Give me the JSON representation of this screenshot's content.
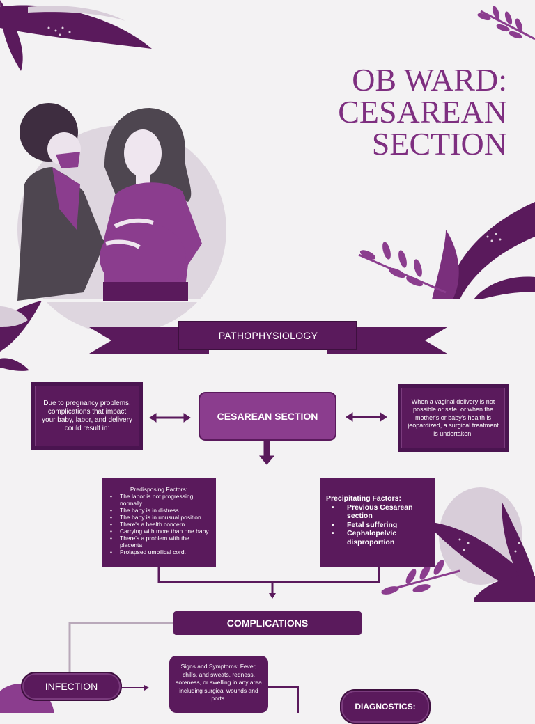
{
  "title": {
    "line1": "OB WARD:",
    "line2": "CESAREAN",
    "line3": "SECTION"
  },
  "banner": {
    "label": "PATHOPHYSIOLOGY"
  },
  "left_box": {
    "text": "Due to pregnancy problems, complications that impact your baby, labor, and delivery could result in:"
  },
  "center_box": {
    "label": "CESAREAN SECTION"
  },
  "right_box": {
    "text": "When a vaginal delivery is not possible or safe, or when the mother's or baby's health is jeopardized, a surgical treatment is undertaken."
  },
  "predisposing": {
    "heading": "Predisposing Factors:",
    "items": [
      "The labor is not progressing normally",
      "The baby is in distress",
      "The baby is in unusual position",
      "There's a health concern",
      "Carrying with more than one baby",
      "There's a problem with the placenta",
      "Prolapsed umbilical cord."
    ]
  },
  "precipitating": {
    "heading": "Precipitating Factors:",
    "items": [
      "Previous Cesarean section",
      "Fetal suffering",
      "Cephalopelvic disproportion"
    ]
  },
  "complications": {
    "label": "COMPLICATIONS"
  },
  "infection": {
    "label": "INFECTION"
  },
  "signs": {
    "text": "Signs and Symptoms: Fever, chills, and sweats, redness, soreness, or swelling in any area including surgical wounds and ports."
  },
  "diagnostics": {
    "label": "DIAGNOSTICS:"
  },
  "colors": {
    "primary": "#5a1a5c",
    "accent": "#8b3d8e",
    "title": "#7e2f80",
    "background": "#f3f2f3"
  },
  "icons": [
    "leaf-icon",
    "arrow-icon",
    "illustration-women"
  ]
}
